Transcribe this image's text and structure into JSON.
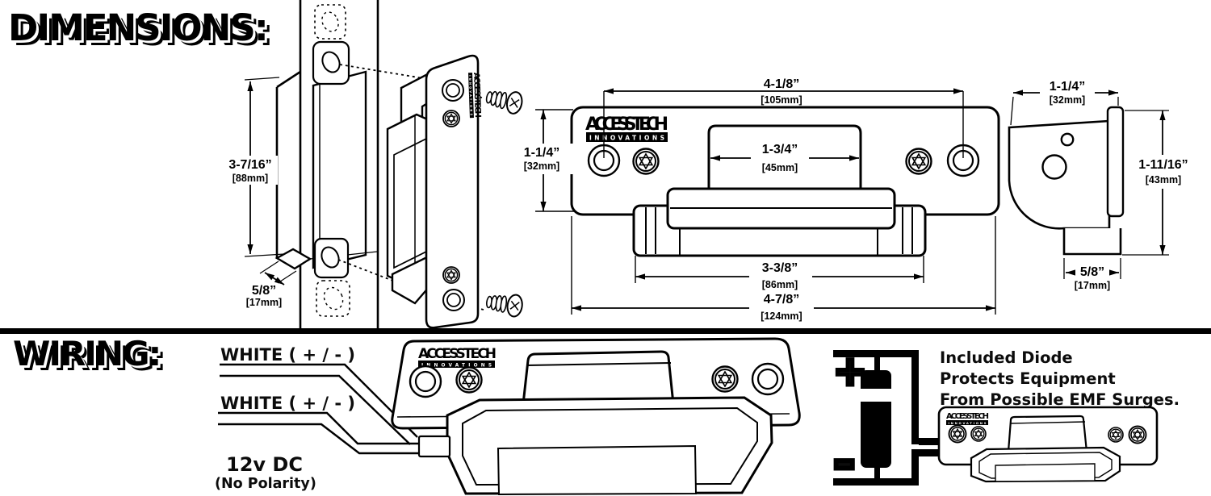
{
  "sections": {
    "dimensions_title": "DIMENSIONS:",
    "wiring_title": "WIRING:"
  },
  "brand": {
    "name": "ACCESSTECH",
    "tagline": "INNOVATIONS"
  },
  "dims": {
    "jamb_height": {
      "in": "3-7/16”",
      "mm": "[88mm]"
    },
    "jamb_depth": {
      "in": "5/8”",
      "mm": "[17mm]"
    },
    "hole_spacing": {
      "in": "4-1/8”",
      "mm": "[105mm]"
    },
    "plate_height": {
      "in": "1-1/4”",
      "mm": "[32mm]"
    },
    "keeper_width": {
      "in": "1-3/4”",
      "mm": "[45mm]"
    },
    "body_width": {
      "in": "3-3/8”",
      "mm": "[86mm]"
    },
    "plate_width": {
      "in": "4-7/8”",
      "mm": "[124mm]"
    },
    "side_depth": {
      "in": "1-1/4”",
      "mm": "[32mm]"
    },
    "side_height": {
      "in": "1-11/16”",
      "mm": "[43mm]"
    },
    "side_foot": {
      "in": "5/8”",
      "mm": "[17mm]"
    }
  },
  "wiring": {
    "wire1_label": "WHITE ( + / - )",
    "wire2_label": "WHITE ( + / - )",
    "power_label": "12v DC",
    "polarity_label": "(No Polarity)",
    "diode_plus": "+",
    "diode_minus": "-",
    "note1": "Included Diode",
    "note2": "Protects Equipment",
    "note3": "From Possible EMF Surges."
  },
  "colors": {
    "ink": "#000000",
    "paper": "#ffffff"
  }
}
